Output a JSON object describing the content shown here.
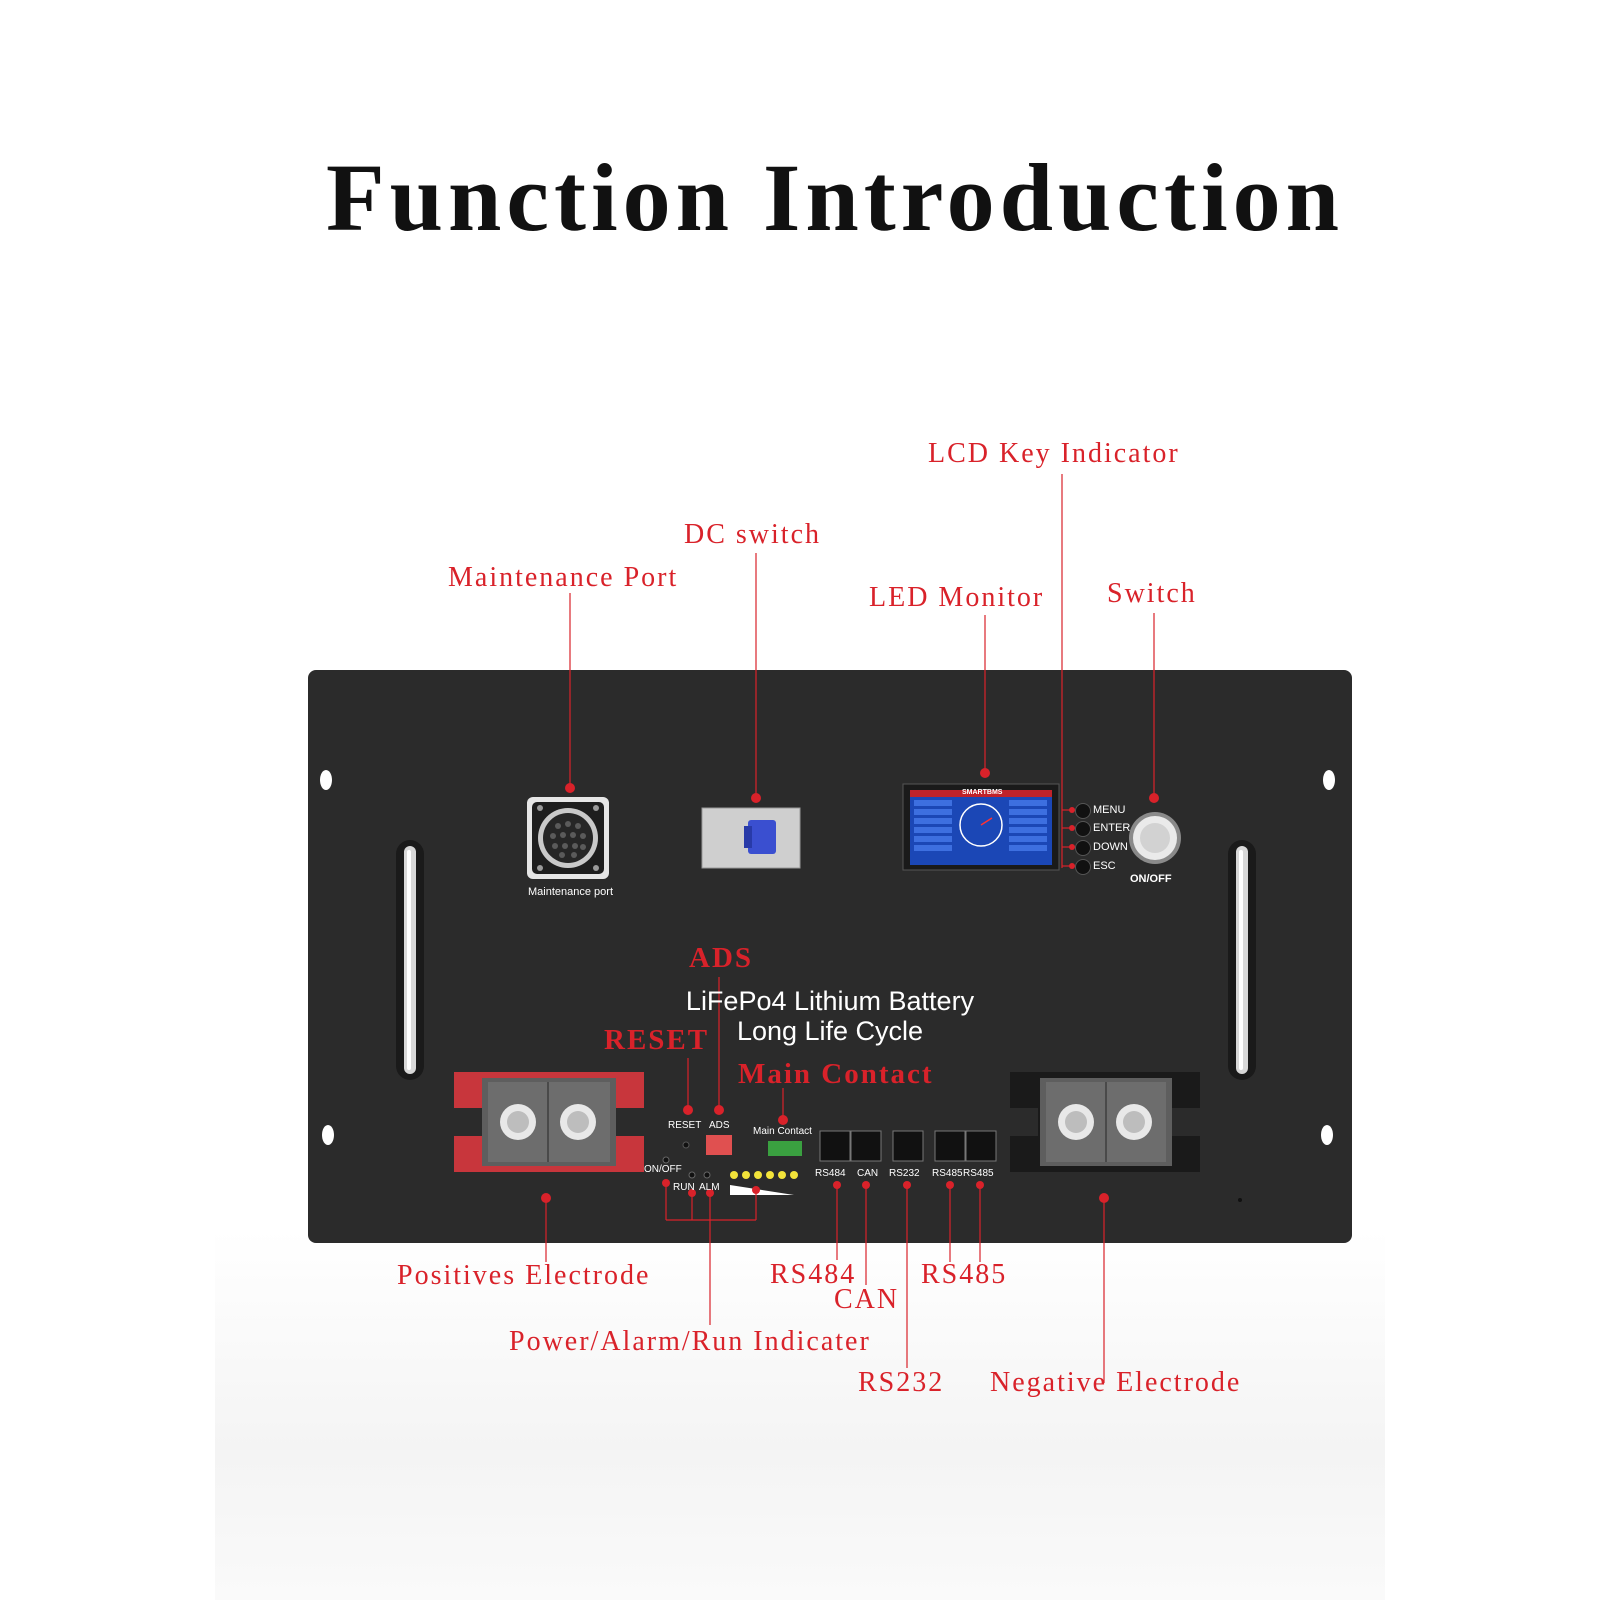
{
  "title": "Function Introduction",
  "colors": {
    "callout": "#d9222a",
    "panel": "#2b2b2b",
    "terminal_red": "#c8363c",
    "lcd_blue": "#1b47b6"
  },
  "callouts": {
    "lcd_key_indicator": "LCD Key Indicator",
    "dc_switch": "DC switch",
    "maintenance_port": "Maintenance Port",
    "led_monitor": "LED Monitor",
    "switch": "Switch",
    "ads": "ADS",
    "reset": "RESET",
    "main_contact": "Main Contact",
    "positives_electrode": "Positives Electrode",
    "rs484": "RS484",
    "can": "CAN",
    "rs485": "RS485",
    "power_alarm_run": "Power/Alarm/Run Indicater",
    "rs232": "RS232",
    "negative_electrode": "Negative Electrode"
  },
  "panel": {
    "brand_line1": "LiFePo4 Lithium Battery",
    "brand_line2": "Long Life Cycle",
    "maintenance_port_label": "Maintenance port",
    "onoff_label": "ON/OFF",
    "lcd_keys": [
      "MENU",
      "ENTER",
      "DOWN",
      "ESC"
    ],
    "reset_label": "RESET",
    "ads_label": "ADS",
    "main_contact_label": "Main Contact",
    "onoff_small": "ON/OFF",
    "run_label": "RUN",
    "alm_label": "ALM",
    "ports": [
      "RS484",
      "CAN",
      "RS232",
      "RS485",
      "RS485"
    ],
    "lcd_header": "SMARTBMS"
  }
}
